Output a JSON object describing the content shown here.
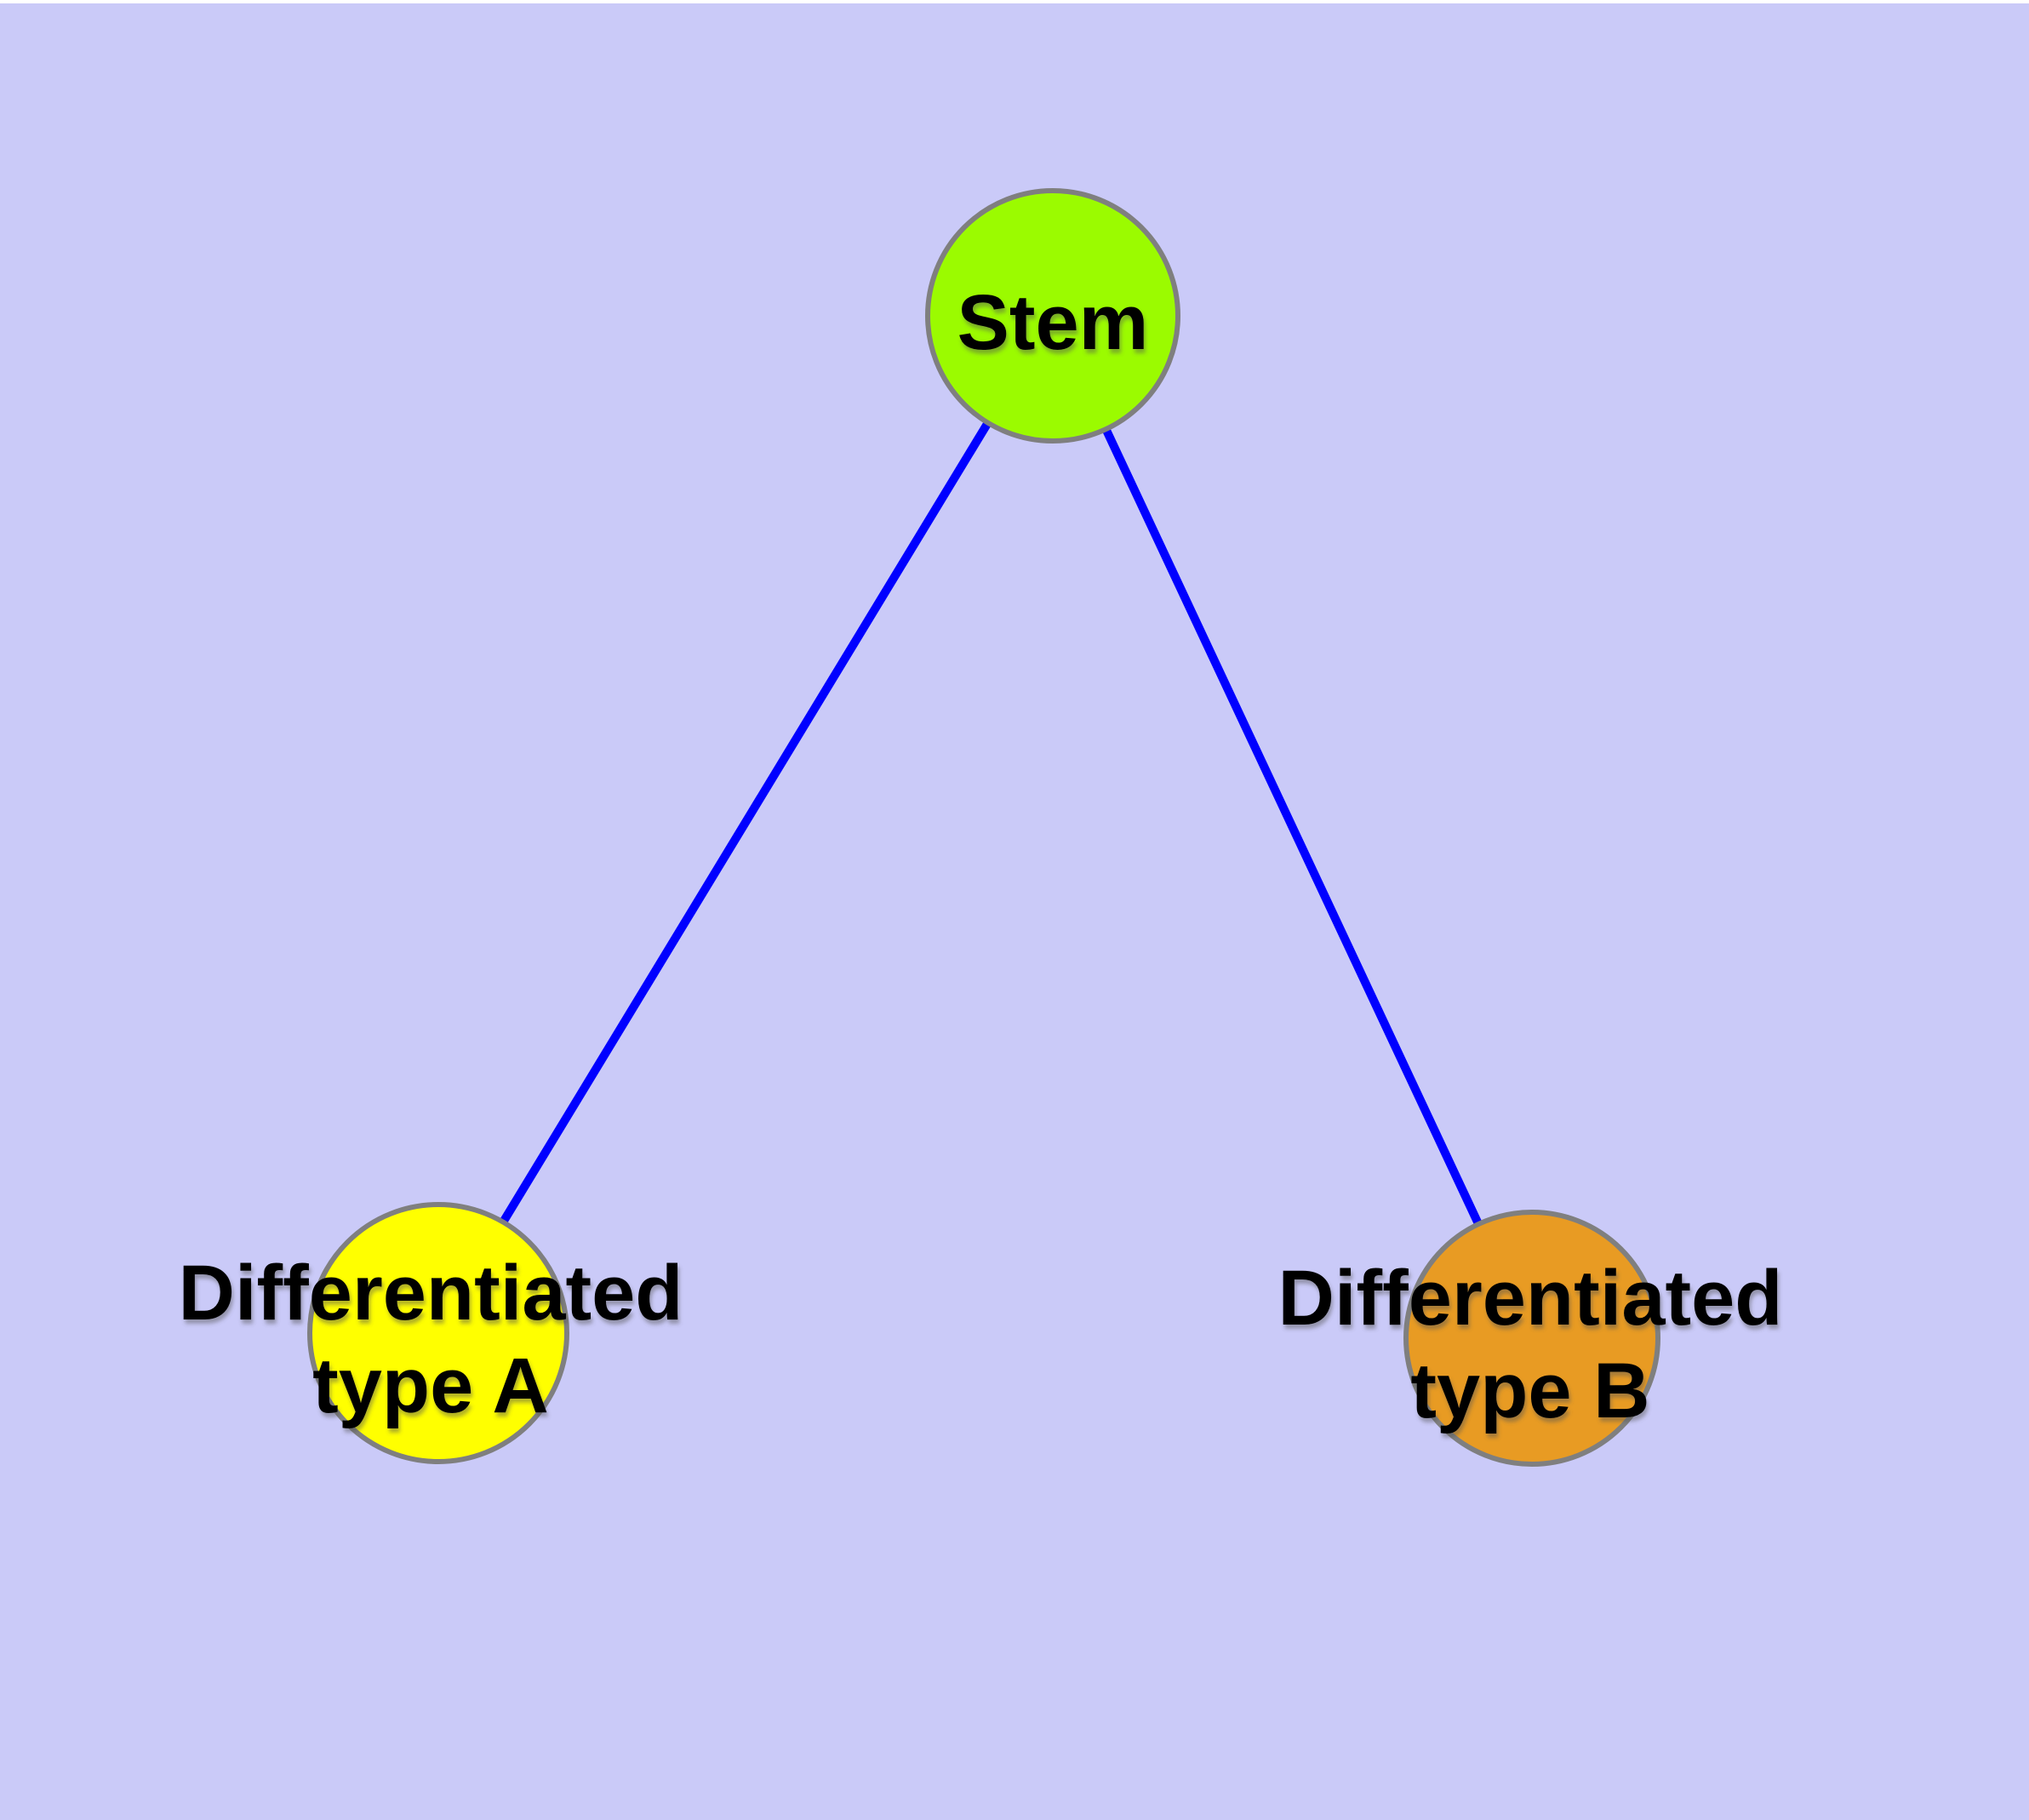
{
  "page": {
    "background_color": "#CACAF8",
    "top_border_color": "#FFFFFF"
  },
  "diagram": {
    "type": "node-link-graph",
    "edge_color": "#0000FF",
    "node_border_color": "#7F7F7F",
    "label_color": "#000000",
    "nodes": {
      "stem": {
        "label": "Stem",
        "fill_color": "#9BFB00"
      },
      "type_a": {
        "label_line1": "Differentiated",
        "label_line2": "type A",
        "fill_color": "#FFFF00"
      },
      "type_b": {
        "label_line1": "Differentiated",
        "label_line2": "type B",
        "fill_color": "#E89B23"
      }
    },
    "edges": [
      {
        "from": "stem",
        "to": "type_a"
      },
      {
        "from": "stem",
        "to": "type_b"
      }
    ]
  }
}
